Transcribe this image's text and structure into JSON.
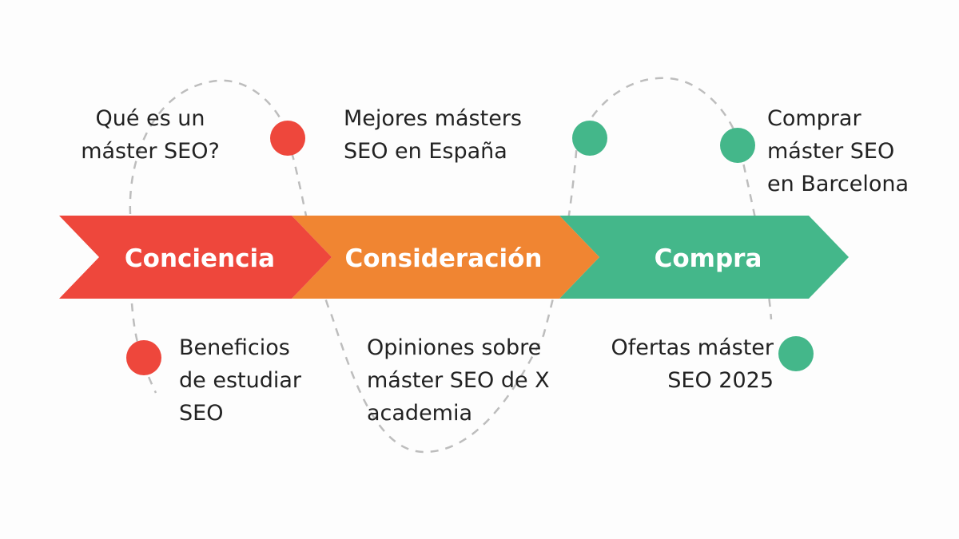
{
  "colors": {
    "awareness": "#ee473c",
    "consideration": "#f08532",
    "purchase": "#44b78a",
    "path": "#bdbdbd",
    "text": "#222222"
  },
  "stages": [
    {
      "label": "Conciencia"
    },
    {
      "label": "Consideración"
    },
    {
      "label": "Compra"
    }
  ],
  "keywords": {
    "awareness_top": [
      "Qué es un",
      "máster SEO?"
    ],
    "awareness_bottom": [
      "Beneficios",
      "de estudiar",
      "SEO"
    ],
    "consideration_top": [
      "Mejores másters",
      "SEO en España"
    ],
    "consideration_bottom": [
      "Opiniones sobre",
      "máster SEO de X",
      "academia"
    ],
    "purchase_top": [
      "Comprar",
      "máster SEO",
      "en Barcelona"
    ],
    "purchase_bottom": [
      "Ofertas máster",
      "SEO 2025"
    ]
  }
}
